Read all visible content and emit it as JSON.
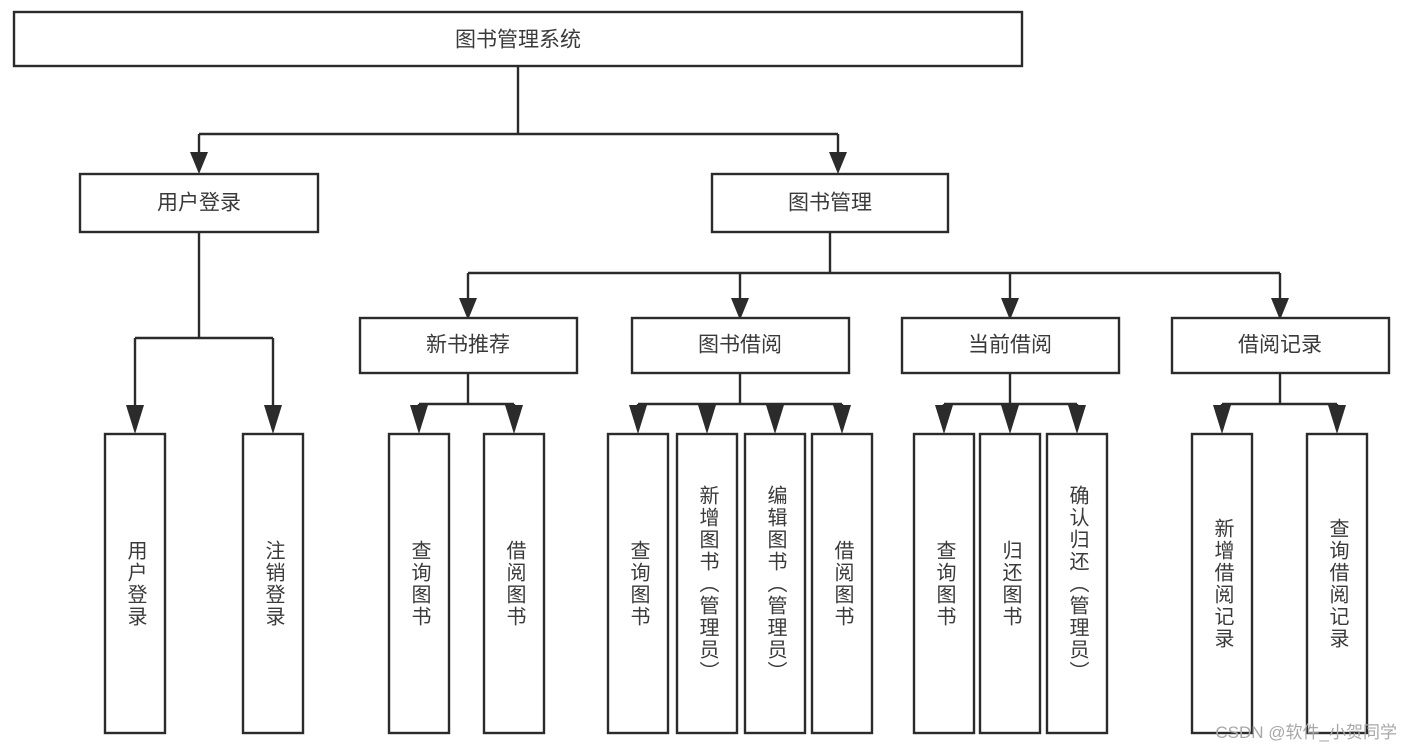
{
  "diagram": {
    "type": "tree",
    "title": "图书管理系统",
    "root": {
      "id": "root",
      "label": "图书管理系统",
      "orientation": "horizontal"
    },
    "level2": [
      {
        "id": "user-login",
        "label": "用户登录",
        "orientation": "horizontal"
      },
      {
        "id": "book-manage",
        "label": "图书管理",
        "orientation": "horizontal"
      }
    ],
    "level3": [
      {
        "id": "new-book-recommend",
        "label": "新书推荐",
        "orientation": "horizontal",
        "parent": "book-manage"
      },
      {
        "id": "book-borrow",
        "label": "图书借阅",
        "orientation": "horizontal",
        "parent": "book-manage"
      },
      {
        "id": "current-borrow",
        "label": "当前借阅",
        "orientation": "horizontal",
        "parent": "book-manage"
      },
      {
        "id": "borrow-record",
        "label": "借阅记录",
        "orientation": "horizontal",
        "parent": "book-manage"
      }
    ],
    "leaves": [
      {
        "id": "leaf-user-login",
        "label": "用户登录",
        "parent": "user-login"
      },
      {
        "id": "leaf-logout",
        "label": "注销登录",
        "parent": "user-login"
      },
      {
        "id": "leaf-query-book-1",
        "label": "查询图书",
        "parent": "new-book-recommend"
      },
      {
        "id": "leaf-borrow-book-1",
        "label": "借阅图书",
        "parent": "new-book-recommend"
      },
      {
        "id": "leaf-query-book-2",
        "label": "查询图书",
        "parent": "book-borrow"
      },
      {
        "id": "leaf-add-book",
        "label": "新增图书（管理员）",
        "parent": "book-borrow"
      },
      {
        "id": "leaf-edit-book",
        "label": "编辑图书（管理员）",
        "parent": "book-borrow"
      },
      {
        "id": "leaf-borrow-book-2",
        "label": "借阅图书",
        "parent": "book-borrow"
      },
      {
        "id": "leaf-query-book-3",
        "label": "查询图书",
        "parent": "current-borrow"
      },
      {
        "id": "leaf-return-book",
        "label": "归还图书",
        "parent": "current-borrow"
      },
      {
        "id": "leaf-confirm-return",
        "label": "确认归还（管理员）",
        "parent": "current-borrow"
      },
      {
        "id": "leaf-add-record",
        "label": "新增借阅记录",
        "parent": "borrow-record"
      },
      {
        "id": "leaf-query-record",
        "label": "查询借阅记录",
        "parent": "borrow-record"
      }
    ],
    "colors": {
      "stroke": "#2b2b2b",
      "fill": "#ffffff",
      "text": "#3a3a3a",
      "watermark": "#a8a8a8"
    }
  },
  "watermark": {
    "text": "CSDN @软件_小贺同学"
  }
}
